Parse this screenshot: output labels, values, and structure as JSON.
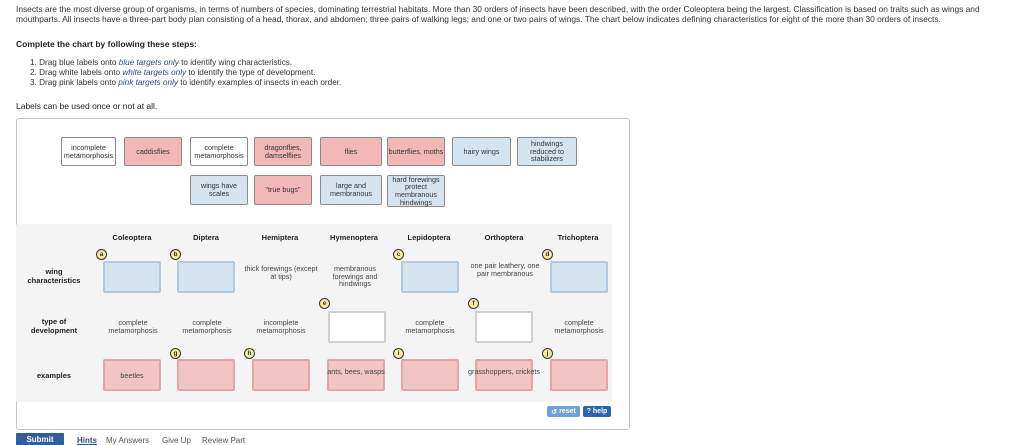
{
  "intro": "Insects are the most diverse group of organisms, in terms of numbers of species, dominating terrestrial habitats. More than 30 orders of insects have been described, with the order Coleoptera being the largest. Classification is based on traits such as wings and mouthparts. All insects have a three-part body plan consisting of a head, thorax, and abdomen; three pairs of walking legs; and one or two pairs of wings. The chart below indicates defining characteristics for eight of the more than 30 orders of insects.",
  "steps_title": "Complete the chart by following these steps:",
  "steps": [
    {
      "pre": "1. Drag blue labels onto ",
      "em": "blue targets only",
      "post": " to identify wing characteristics."
    },
    {
      "pre": "2. Drag white labels onto ",
      "em": "white targets only",
      "post": " to identify the type of development."
    },
    {
      "pre": "3. Drag pink labels onto ",
      "em": "pink targets only",
      "post": " to identify examples of insects in each order."
    }
  ],
  "reuse_note": "Labels can be used once or not at all.",
  "labels_row1": [
    {
      "text": "incomplete metamorphosis",
      "color": "white"
    },
    {
      "text": "caddisflies",
      "color": "pink"
    },
    {
      "text": "complete metamorphosis",
      "color": "white"
    },
    {
      "text": "dragonflies, damselflies",
      "color": "pink"
    },
    {
      "text": "flies",
      "color": "pink"
    },
    {
      "text": "butterflies, moths",
      "color": "pink"
    },
    {
      "text": "hairy wings",
      "color": "blue"
    },
    {
      "text": "hindwings reduced to stabilizers",
      "color": "blue"
    }
  ],
  "labels_row2": [
    {
      "text": "wings have scales",
      "color": "blue"
    },
    {
      "text": "\"true bugs\"",
      "color": "pink"
    },
    {
      "text": "large and membranous",
      "color": "blue"
    },
    {
      "text": "hard forewings protect membranous hindwings",
      "color": "blue"
    }
  ],
  "columns": [
    "Coleoptera",
    "Diptera",
    "Hemiptera",
    "Hymenoptera",
    "Lepidoptera",
    "Orthoptera",
    "Trichoptera"
  ],
  "rows": {
    "wing": "wing characteristics",
    "dev": "type of development",
    "ex": "examples"
  },
  "cells": {
    "hemiptera_wing": "thick forewings (except at tips)",
    "hymenoptera_wing": "membranous forewings and hindwings",
    "orthoptera_wing": "one pair leathery, one pair membranous",
    "coleoptera_dev": "complete metamorphosis",
    "diptera_dev": "complete metamorphosis",
    "hemiptera_dev": "incomplete metamorphosis",
    "lepidoptera_dev": "complete metamorphosis",
    "trichoptera_dev": "complete metamorphosis",
    "coleoptera_ex": "beetles",
    "hymenoptera_ex": "ants, bees, wasps",
    "orthoptera_ex": "grasshoppers, crickets"
  },
  "markers": [
    "a",
    "b",
    "c",
    "d",
    "e",
    "f",
    "g",
    "h",
    "i",
    "j"
  ],
  "toolbar": {
    "reset": "reset",
    "help": "? help"
  },
  "bottom": {
    "submit": "Submit",
    "hints": "Hints",
    "my_answers": "My Answers",
    "give_up": "Give Up",
    "review": "Review Part"
  },
  "colors": {
    "blue": "#d6e4f0",
    "pink": "#f2b8b8",
    "white": "#ffffff",
    "submit": "#2f5d9e",
    "reset": "#6fa0d8",
    "help": "#2a63b8"
  }
}
